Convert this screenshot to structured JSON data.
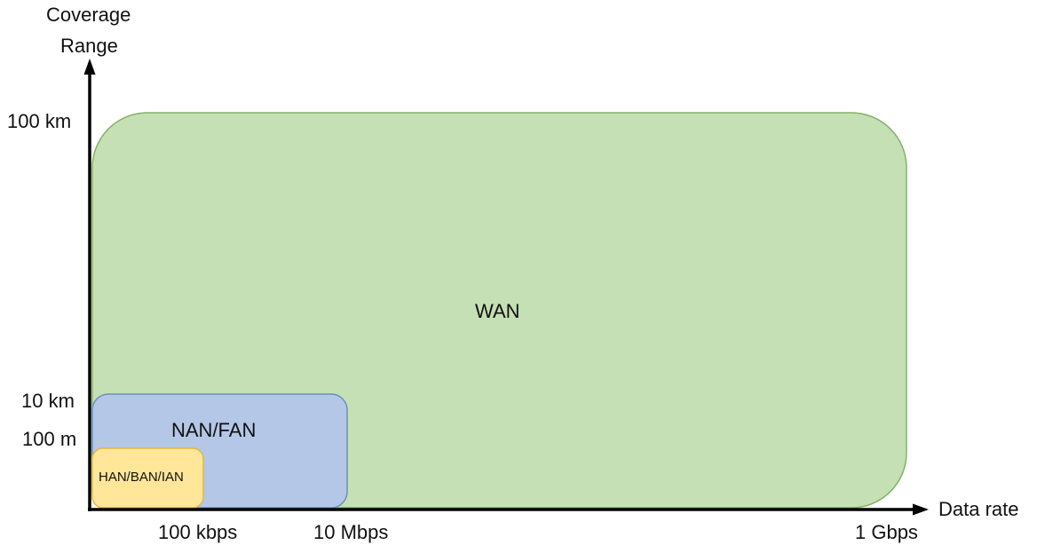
{
  "axes": {
    "y_title_line1": "Coverage",
    "y_title_line2": "Range",
    "x_title": "Data rate",
    "y_ticks": [
      "100 km",
      "10 km",
      "100 m"
    ],
    "x_ticks": [
      "100 kbps",
      "10 Mbps",
      "1 Gbps"
    ]
  },
  "regions": {
    "wan": {
      "label": "WAN",
      "fill": "#c5e0b4",
      "stroke": "#82b366"
    },
    "nan": {
      "label": "NAN/FAN",
      "fill": "#b4c7e7",
      "stroke": "#6c8ebf"
    },
    "han": {
      "label": "HAN/BAN/IAN",
      "fill": "#ffe699",
      "stroke": "#e6b93c"
    }
  },
  "colors": {
    "axis": "#000000"
  }
}
